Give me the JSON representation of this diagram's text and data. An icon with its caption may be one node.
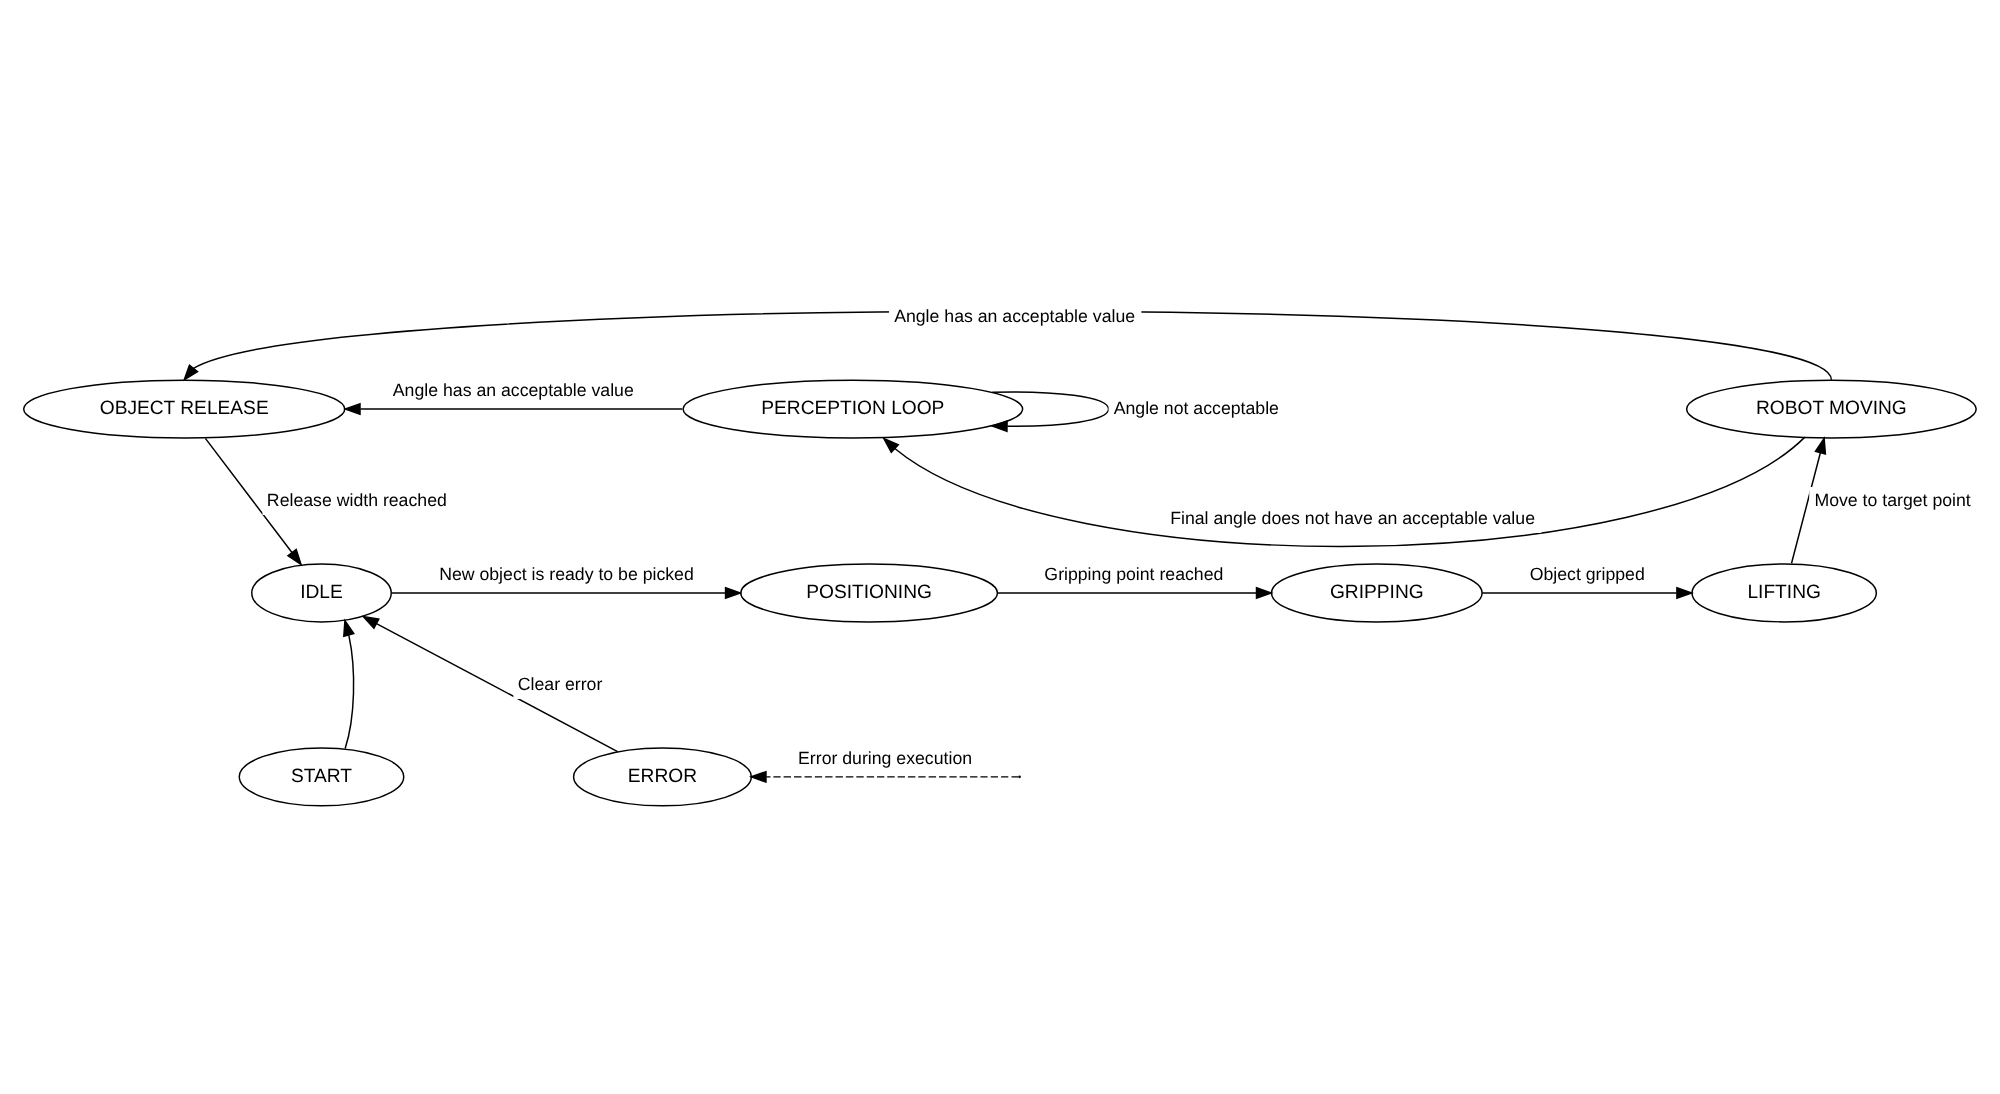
{
  "diagram": {
    "nodes": [
      {
        "text": [
          "OBJECT RELEASE"
        ]
      },
      {
        "text": [
          "PERCEPTION LOOP"
        ]
      },
      {
        "text": [
          "ROBOT MOVING"
        ]
      },
      {
        "text": [
          "IDLE"
        ]
      },
      {
        "text": [
          "POSITIONING"
        ]
      },
      {
        "text": [
          "GRIPPING"
        ]
      },
      {
        "text": [
          "LIFTING"
        ]
      },
      {
        "text": [
          "START"
        ]
      },
      {
        "text": [
          "ERROR"
        ]
      }
    ],
    "edges": [
      {
        "from": 2,
        "to": 0,
        "arrow": "to",
        "label": "Angle has an acceptable value"
      },
      {
        "from": 1,
        "to": 0,
        "arrow": "to",
        "label": "Angle has an acceptable value"
      },
      {
        "from": 1,
        "to": 1,
        "arrow": "to",
        "label": "Angle not acceptable"
      },
      {
        "from": 2,
        "to": 1,
        "arrow": "to",
        "label": "Final angle does not have an acceptable value"
      },
      {
        "from": 0,
        "to": 3,
        "arrow": "to",
        "label": "Release width reached"
      },
      {
        "from": 3,
        "to": 4,
        "arrow": "to",
        "label": "New object is ready to be picked"
      },
      {
        "from": 4,
        "to": 5,
        "arrow": "to",
        "label": "Gripping point reached"
      },
      {
        "from": 5,
        "to": 6,
        "arrow": "to",
        "label": "Object gripped"
      },
      {
        "from": 6,
        "to": 2,
        "arrow": "to",
        "label": "Move to target point"
      },
      {
        "from": 7,
        "to": 3,
        "arrow": "to"
      },
      {
        "from": 8,
        "to": 3,
        "arrow": "to",
        "label": "Clear error"
      },
      {
        "from": null,
        "to": 8,
        "arrow": "to",
        "label": "Error during execution",
        "style": "dashed"
      }
    ]
  }
}
